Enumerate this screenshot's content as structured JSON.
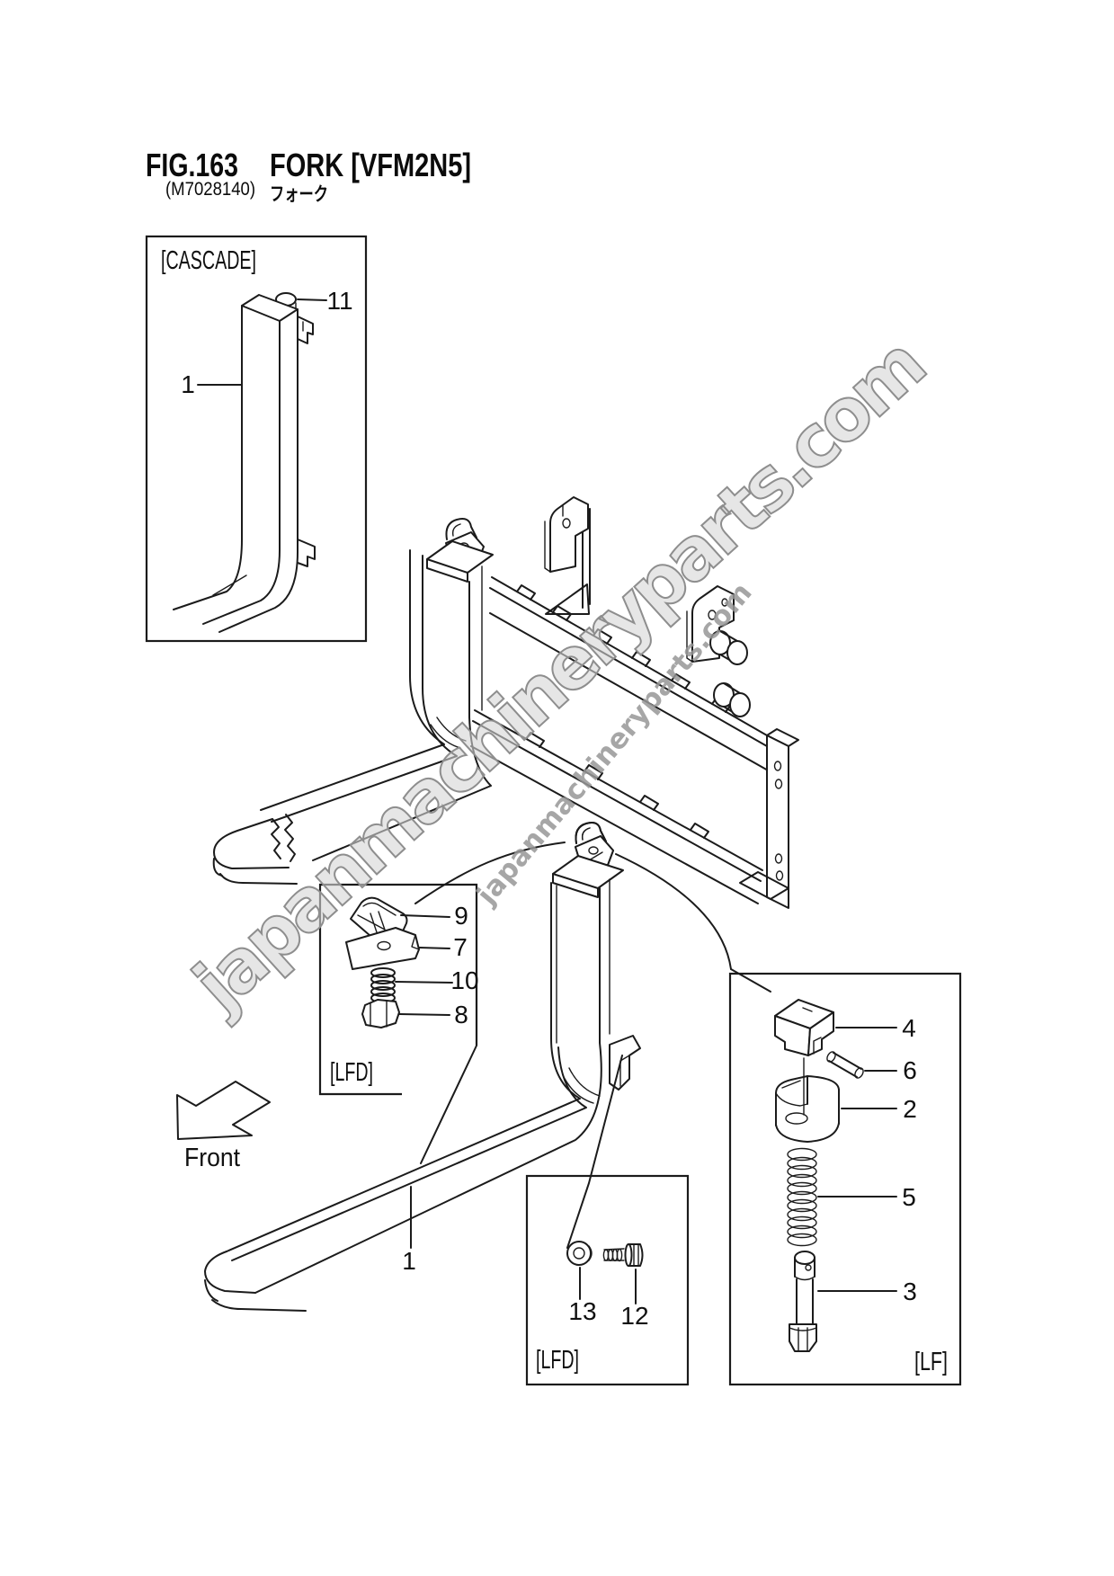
{
  "title": {
    "fig_no": "FIG.163",
    "part_name": "FORK [VFM2N5]",
    "ref_code": "(M7028140)",
    "part_name_jp": "フォーク"
  },
  "watermarks": {
    "large": "japanmachineryparts.com",
    "small": "japanmachineryparts.com"
  },
  "front_label": "Front",
  "boxes": {
    "cascade": {
      "tag": "[CASCADE]",
      "callouts": {
        "fork": "1",
        "pin": "11"
      }
    },
    "lfd_clamp": {
      "tag": "[LFD]",
      "callouts": {
        "latch": "9",
        "body": "7",
        "screw": "10",
        "nut": "8"
      }
    },
    "lfd_fasteners": {
      "tag": "[LFD]",
      "callouts": {
        "nut": "13",
        "bolt": "12"
      }
    },
    "lf": {
      "tag": "[LF]",
      "callouts": {
        "block": "4",
        "pin": "6",
        "cam": "2",
        "spring": "5",
        "plunger": "3"
      }
    }
  },
  "main": {
    "fork_callout": "1"
  },
  "colors": {
    "line": "#1b1b1b",
    "background": "#ffffff",
    "watermark_fill": "#d5d5d5",
    "watermark_stroke": "#8e8e8e",
    "watermark_small": "#969696"
  }
}
